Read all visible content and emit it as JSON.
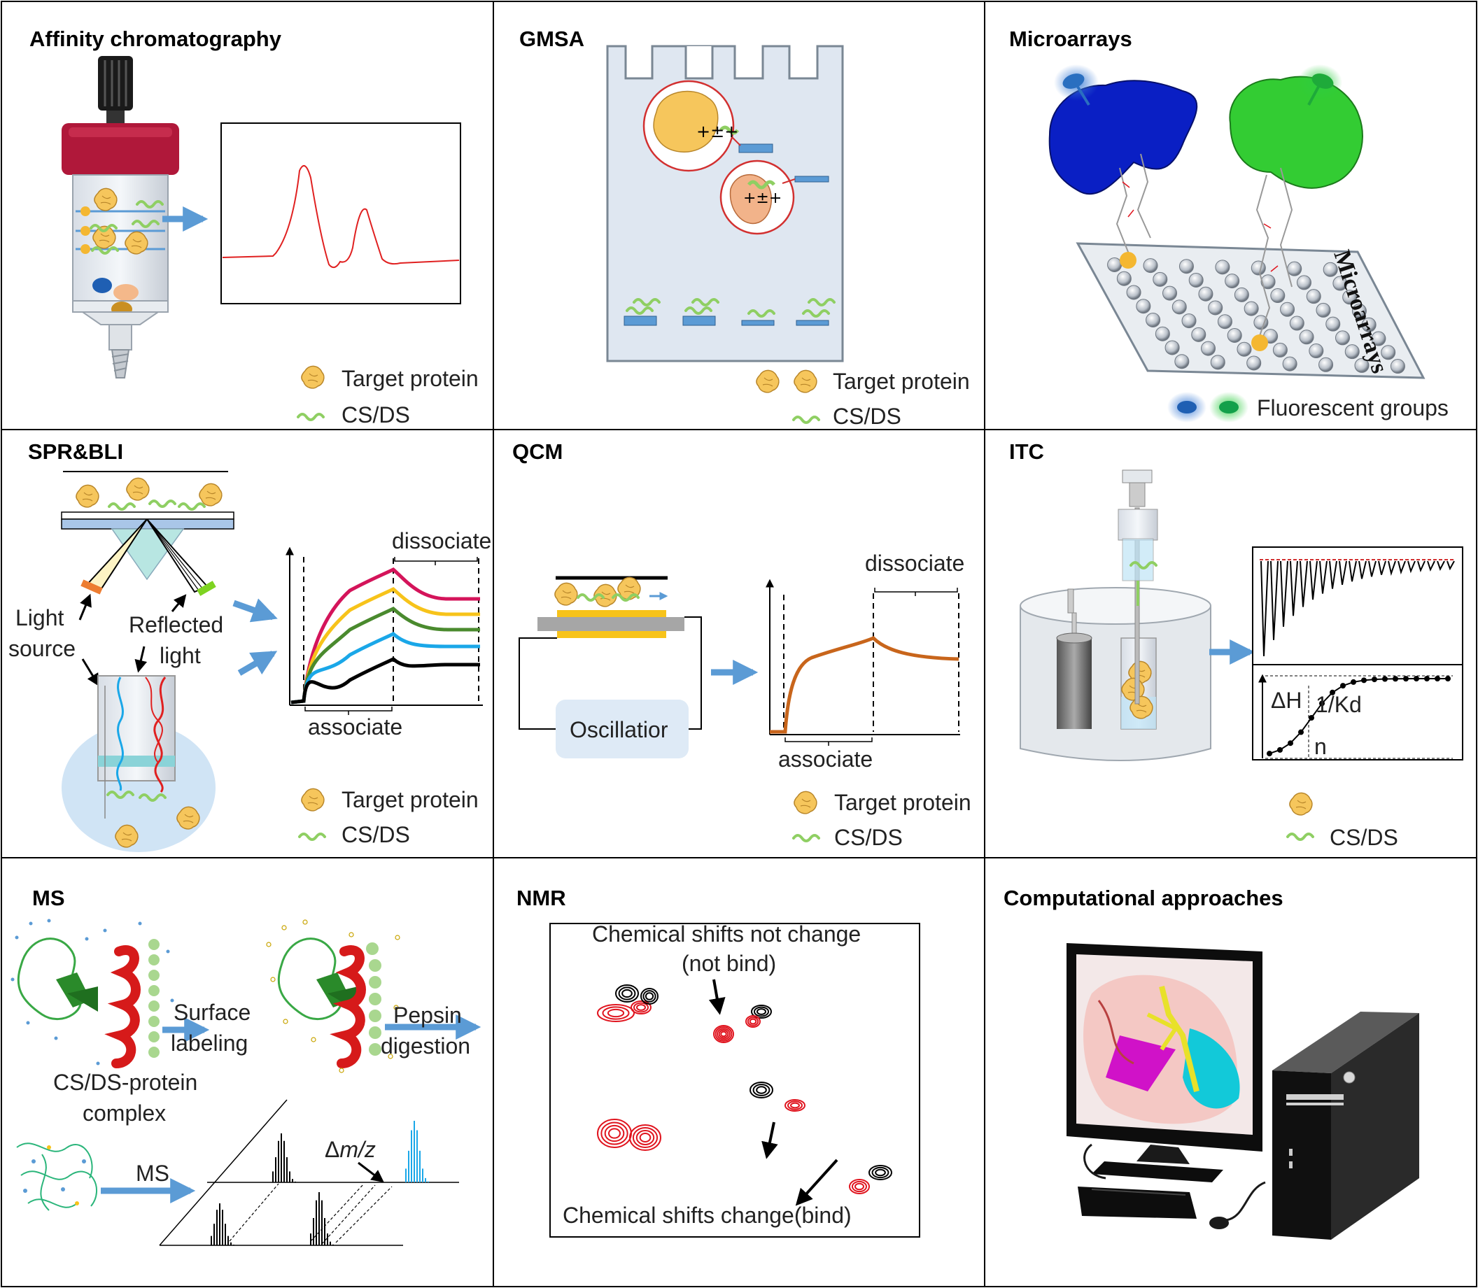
{
  "panels": {
    "affinity": {
      "title": "Affinity chromatography",
      "legend_protein": "Target protein",
      "legend_csds": "CS/DS"
    },
    "gmsa": {
      "title": "GMSA",
      "legend_protein": "Target protein",
      "legend_csds": "CS/DS"
    },
    "microarrays": {
      "title": "Microarrays",
      "slide_label": "Microarrays",
      "legend_fluor": "Fluorescent groups"
    },
    "spr": {
      "title": "SPR&BLI",
      "light_source": [
        "Light",
        "source"
      ],
      "reflected_light": [
        "Reflected",
        "light"
      ],
      "dissociate": "dissociate",
      "associate": "associate",
      "legend_protein": "Target protein",
      "legend_csds": "CS/DS"
    },
    "qcm": {
      "title": "QCM",
      "oscillator": "Oscillatior",
      "dissociate": "dissociate",
      "associate": "associate",
      "legend_protein": "Target protein",
      "legend_csds": "CS/DS"
    },
    "itc": {
      "title": "ITC",
      "delta_h": "ΔH",
      "one_over_kd": "1/Kd",
      "n_label": "n",
      "legend_csds": "CS/DS"
    },
    "ms": {
      "title": "MS",
      "surface_labeling": [
        "Surface",
        "labeling"
      ],
      "pepsin_digestion": [
        "Pepsin",
        "digestion"
      ],
      "complex": [
        "CS/DS-protein",
        "complex"
      ],
      "ms_label": "MS",
      "delta_prefix": "Δ",
      "delta_mz": "m/z"
    },
    "nmr": {
      "title": "NMR",
      "no_change": [
        "Chemical shifts not  change",
        "(not bind)"
      ],
      "change": "Chemical shifts change(bind)"
    },
    "computational": {
      "title": "Computational approaches"
    }
  },
  "colors": {
    "border": "#000000",
    "protein_yellow": "#f6c65c",
    "csds_green": "#8fcf63",
    "arrow_blue": "#5b9bd5",
    "chroma_red": "#e02020",
    "cap_red": "#c41e3a",
    "spr_curves": [
      "#d4145a",
      "#f7c31a",
      "#4a8a2e",
      "#1aa7e8",
      "#000000"
    ],
    "qcm_curve": "#c8651b",
    "array_blue": "#0a1fc4",
    "array_green": "#33cc33",
    "nmr_red": "#e0141e"
  }
}
